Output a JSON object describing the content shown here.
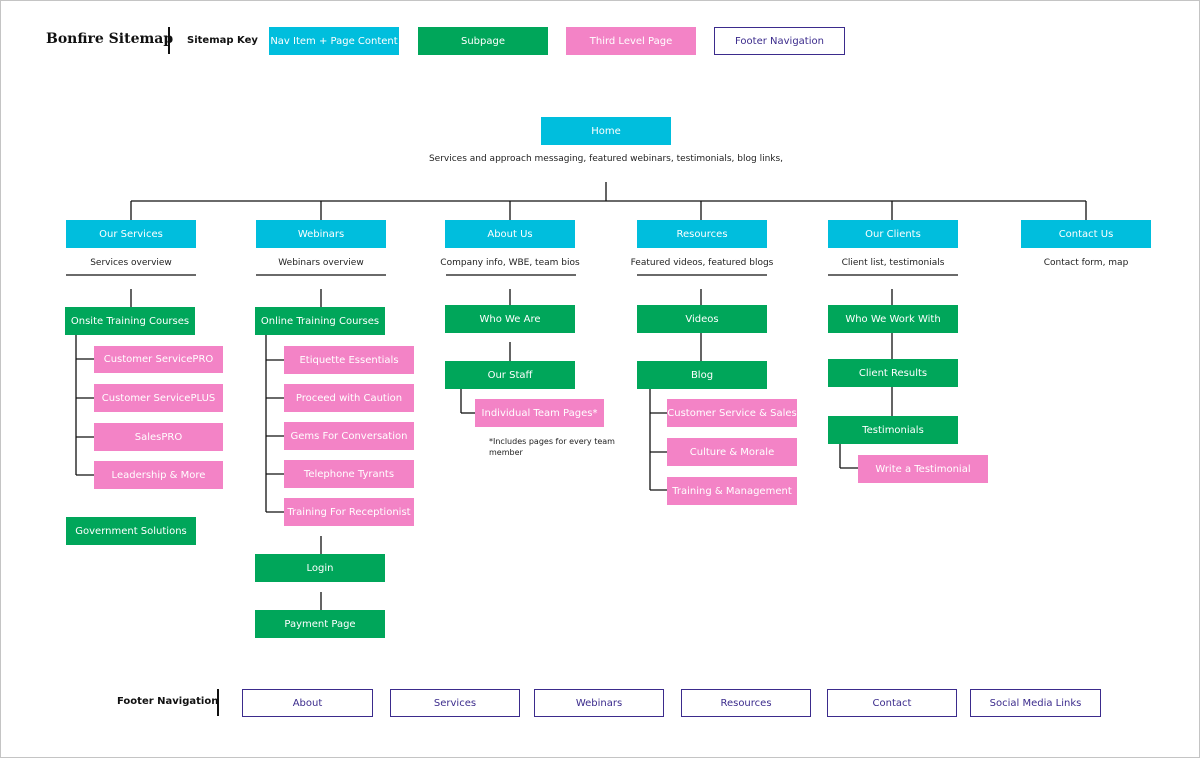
{
  "title": "Bonfire Sitemap",
  "key": {
    "label": "Sitemap Key",
    "nav": "Nav Item + Page Content",
    "subpage": "Subpage",
    "third": "Third Level Page",
    "footer": "Footer Navigation"
  },
  "home": {
    "label": "Home",
    "desc": "Services and approach messaging, featured webinars, testimonials, blog links,"
  },
  "columns": {
    "our_services": {
      "label": "Our Services",
      "desc": "Services overview",
      "onsite": "Onsite Training Courses",
      "customer_service_pro": "Customer ServicePRO",
      "customer_service_plus": "Customer ServicePLUS",
      "sales_pro": "SalesPRO",
      "leadership": "Leadership & More",
      "government": "Government Solutions"
    },
    "webinars": {
      "label": "Webinars",
      "desc": "Webinars overview",
      "online": "Online Training Courses",
      "etiquette": "Etiquette Essentials",
      "proceed": "Proceed with Caution",
      "gems": "Gems For Conversation",
      "telephone": "Telephone Tyrants",
      "receptionist": "Training For Receptionist",
      "login": "Login",
      "payment": "Payment Page"
    },
    "about_us": {
      "label": "About Us",
      "desc": "Company info, WBE, team bios",
      "who_we_are": "Who We Are",
      "our_staff": "Our Staff",
      "team_pages": "Individual Team Pages*",
      "note": "*Includes pages for every team member"
    },
    "resources": {
      "label": "Resources",
      "desc": "Featured videos, featured blogs",
      "videos": "Videos",
      "blog": "Blog",
      "cs_sales": "Customer Service & Sales",
      "culture": "Culture & Morale",
      "training": "Training & Management"
    },
    "our_clients": {
      "label": "Our Clients",
      "desc": "Client list, testimonials",
      "who_we_work_with": "Who We Work With",
      "client_results": "Client Results",
      "testimonials": "Testimonials",
      "write_testimonial": "Write a Testimonial"
    },
    "contact_us": {
      "label": "Contact Us",
      "desc": "Contact form, map"
    }
  },
  "footer": {
    "label": "Footer Navigation",
    "about": "About",
    "services": "Services",
    "webinars": "Webinars",
    "resources": "Resources",
    "contact": "Contact",
    "social": "Social Media Links"
  },
  "colors": {
    "nav_item": "#00bedd",
    "subpage": "#00a65a",
    "third_level": "#f383c6",
    "footer_outline": "#3b2b8c"
  }
}
